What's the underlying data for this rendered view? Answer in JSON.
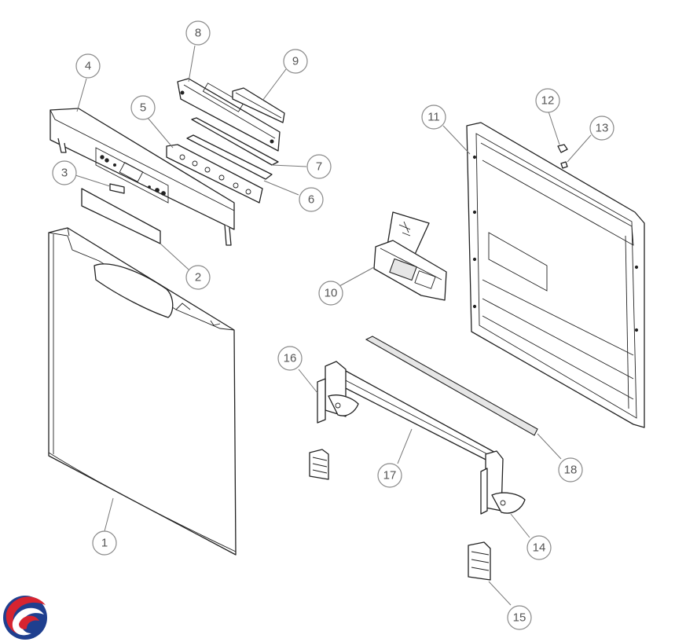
{
  "colors": {
    "line": "#222222",
    "callout": "#8a8a8a",
    "callout_text": "#555555",
    "logo_red": "#d62430",
    "logo_blue": "#1f3f8f"
  },
  "logo": {
    "icon": "swirl-logo-icon"
  },
  "callouts": [
    {
      "id": "1",
      "label": "1"
    },
    {
      "id": "2",
      "label": "2"
    },
    {
      "id": "3",
      "label": "3"
    },
    {
      "id": "4",
      "label": "4"
    },
    {
      "id": "5",
      "label": "5"
    },
    {
      "id": "6",
      "label": "6"
    },
    {
      "id": "7",
      "label": "7"
    },
    {
      "id": "8",
      "label": "8"
    },
    {
      "id": "9",
      "label": "9"
    },
    {
      "id": "10",
      "label": "10"
    },
    {
      "id": "11",
      "label": "11"
    },
    {
      "id": "12",
      "label": "12"
    },
    {
      "id": "13",
      "label": "13"
    },
    {
      "id": "14",
      "label": "14"
    },
    {
      "id": "15",
      "label": "15"
    },
    {
      "id": "16",
      "label": "16"
    },
    {
      "id": "17",
      "label": "17"
    },
    {
      "id": "18",
      "label": "18"
    }
  ]
}
